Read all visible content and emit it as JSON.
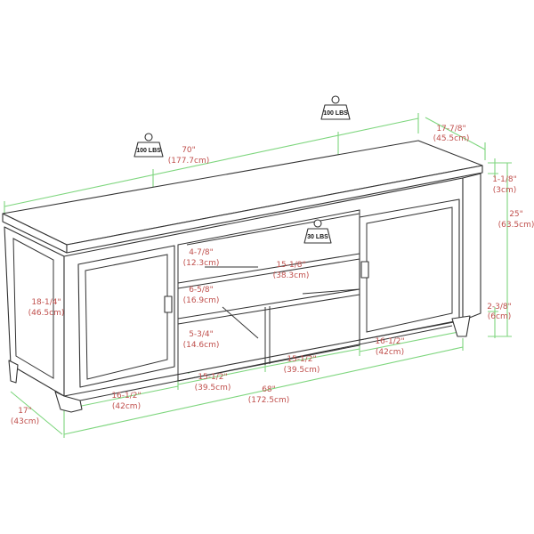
{
  "weights": {
    "top_left": "100 LBS",
    "top_right": "100 LBS",
    "shelf": "30 LBS"
  },
  "dimensions": {
    "width_top": {
      "in": "70\"",
      "cm": "(177.7cm)"
    },
    "depth_top": {
      "in": "17-7/8\"",
      "cm": "(45.5cm)"
    },
    "top_thickness": {
      "in": "1-1/8\"",
      "cm": "(3cm)"
    },
    "height": {
      "in": "25\"",
      "cm": "(63.5cm)"
    },
    "upper_opening": {
      "in": "4-7/8\"",
      "cm": "(12.3cm)"
    },
    "shelf_depth": {
      "in": "15-1/8\"",
      "cm": "(38.3cm)"
    },
    "middle_opening": {
      "in": "6-5/8\"",
      "cm": "(16.9cm)"
    },
    "lower_opening": {
      "in": "5-3/4\"",
      "cm": "(14.6cm)"
    },
    "leg_height": {
      "in": "2-3/8\"",
      "cm": "(6cm)"
    },
    "cabinet_height": {
      "in": "18-1/4\"",
      "cm": "(46.5cm)"
    },
    "right_cabinet_width": {
      "in": "16-1/2\"",
      "cm": "(42cm)"
    },
    "right_bay_width": {
      "in": "15-1/2\"",
      "cm": "(39.5cm)"
    },
    "left_bay_width": {
      "in": "15-1/2\"",
      "cm": "(39.5cm)"
    },
    "left_cabinet_width": {
      "in": "16-1/2\"",
      "cm": "(42cm)"
    },
    "base_width": {
      "in": "68\"",
      "cm": "(172.5cm)"
    },
    "base_depth": {
      "in": "17\"",
      "cm": "(43cm)"
    }
  },
  "colors": {
    "dimension_line": "#7ed67e",
    "dimension_text": "#c0504d",
    "outline": "#333333"
  }
}
